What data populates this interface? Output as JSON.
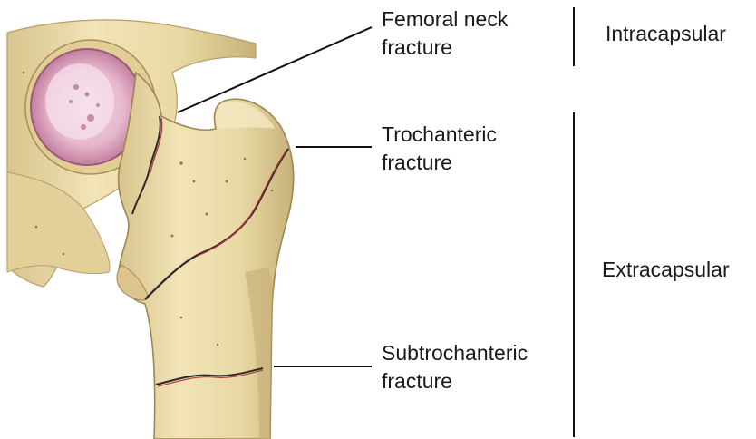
{
  "colors": {
    "bone": "#ecdca9",
    "bone_shadow": "#c9b37c",
    "bone_dark": "#a88f58",
    "cartilage": "#c98aa6",
    "cartilage_light": "#efc6d6",
    "fracture_line": "#2a2a2a",
    "fracture_blood": "#b0343a",
    "leader_line": "#111111"
  },
  "fractures": [
    {
      "lines": [
        "Femoral neck",
        "fracture"
      ]
    },
    {
      "lines": [
        "Trochanteric",
        "fracture"
      ]
    },
    {
      "lines": [
        "Subtrochanteric",
        "fracture"
      ]
    }
  ],
  "groups": [
    {
      "label": "Intracapsular"
    },
    {
      "label": "Extracapsular"
    }
  ]
}
